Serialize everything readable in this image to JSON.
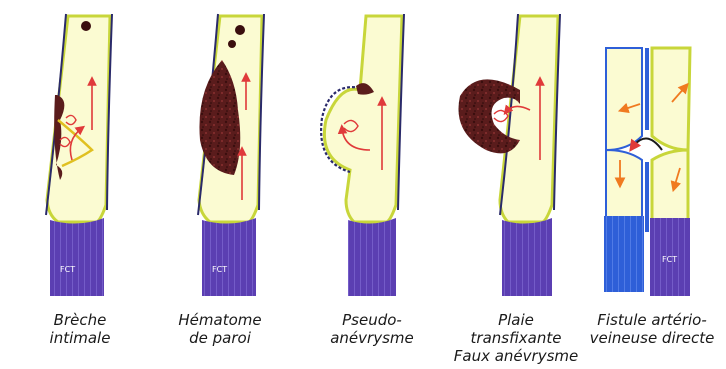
{
  "panels": [
    {
      "id": "breche",
      "lines": [
        "Brèche",
        "intimale"
      ],
      "vein_mark": "FCT"
    },
    {
      "id": "hematome",
      "lines": [
        "Hématome",
        "de paroi"
      ],
      "vein_mark": "FCT"
    },
    {
      "id": "pseudo",
      "lines": [
        "Pseudo-",
        "anévrysme"
      ]
    },
    {
      "id": "plaie",
      "lines": [
        "Plaie",
        "transfixante",
        "Faux anévrysme"
      ]
    },
    {
      "id": "fistule",
      "lines": [
        "Fistule artério-",
        "veineuse directe"
      ],
      "vein_mark": "FCT"
    }
  ],
  "colors": {
    "vessel_wall": "#2a2a6a",
    "lumen": "#fbfbd2",
    "intima": "#c8d63a",
    "vein_purple": "#5b3fb2",
    "vein_blue": "#2e5fd8",
    "hematoma": "#5a1c1c",
    "flow_red": "#e03a3a",
    "flow_orange": "#f07a20"
  }
}
